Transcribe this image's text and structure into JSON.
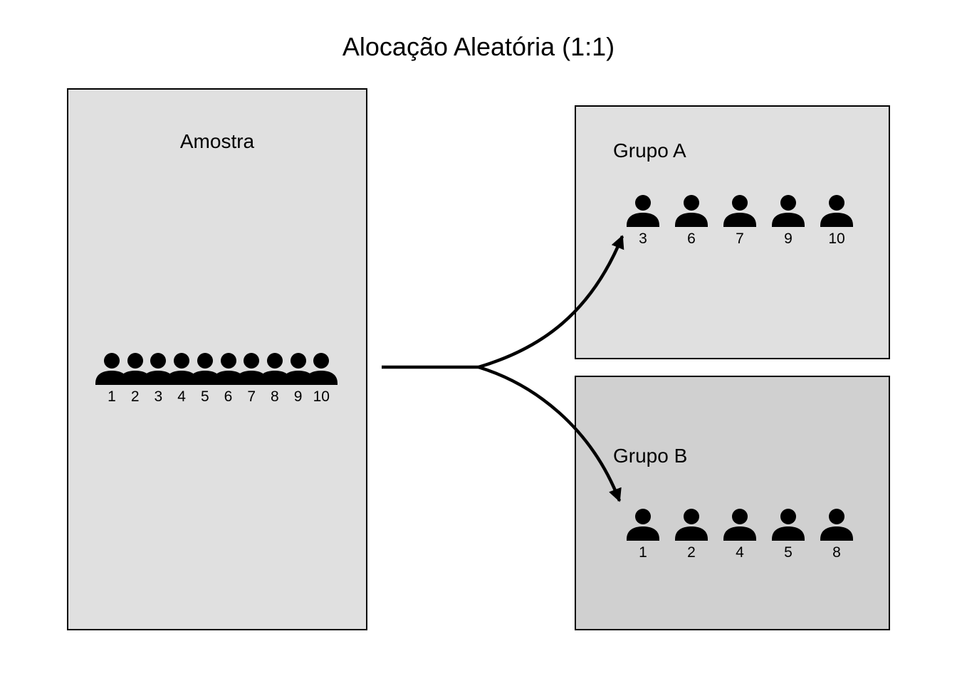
{
  "title": "Alocação Aleatória (1:1)",
  "sample": {
    "label": "Amostra",
    "people": [
      "1",
      "2",
      "3",
      "4",
      "5",
      "6",
      "7",
      "8",
      "9",
      "10"
    ]
  },
  "group_a": {
    "label": "Grupo A",
    "people": [
      "3",
      "6",
      "7",
      "9",
      "10"
    ]
  },
  "group_b": {
    "label": "Grupo B",
    "people": [
      "1",
      "2",
      "4",
      "5",
      "8"
    ]
  },
  "colors": {
    "panel_light": "#e0e0e0",
    "panel_dark": "#d0d0d0",
    "ink": "#000000"
  },
  "icons": {
    "person": "person-icon",
    "arrow": "arrow-icon"
  }
}
